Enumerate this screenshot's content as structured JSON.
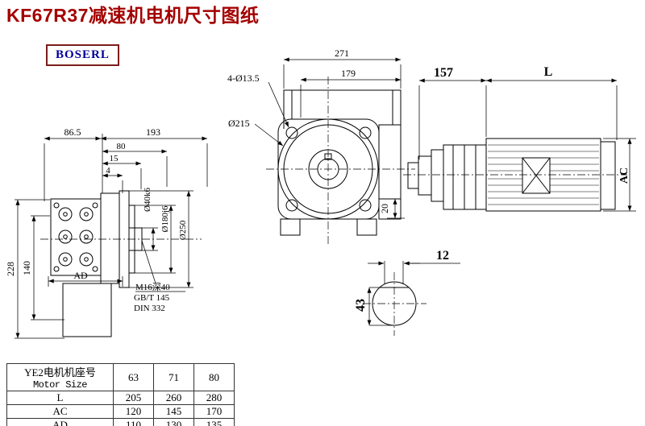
{
  "title": "KF67R37减速机电机尺寸图纸",
  "brand": "BOSERL",
  "colors": {
    "title": "#a40000",
    "brand_text": "#00009b",
    "brand_border": "#7b1d1d",
    "line": "#000000"
  },
  "drawing": {
    "side_view": {
      "dim_top_left": "86.5",
      "dim_top_right": "193",
      "dim_80": "80",
      "dim_15": "15",
      "dim_4": "4",
      "dim_height": "228",
      "dim_height_inner": "140",
      "dim_ad": "AD",
      "label_shaft": "Ø40k6",
      "label_spigot": "Ø180j6",
      "label_flange": "Ø250",
      "note_thread": "M16深40",
      "note_std1": "GB/T 145",
      "note_std2": "DIN 332"
    },
    "front_view": {
      "dim_width": "271",
      "dim_inner": "179",
      "label_holes": "4-Ø13.5",
      "label_circle": "Ø215",
      "dim_foot": "20"
    },
    "motor_view": {
      "dim_adapter": "157",
      "dim_length": "L",
      "dim_height": "AC"
    },
    "section_view": {
      "dim_key": "12",
      "dim_dia": "43"
    }
  },
  "table": {
    "header": {
      "line1": "YE2电机机座号",
      "line2": "Motor Size"
    },
    "columns": [
      "63",
      "71",
      "80"
    ],
    "rows": [
      {
        "label": "L",
        "values": [
          "205",
          "260",
          "280"
        ]
      },
      {
        "label": "AC",
        "values": [
          "120",
          "145",
          "170"
        ]
      },
      {
        "label": "AD",
        "values": [
          "110",
          "130",
          "135"
        ]
      }
    ]
  }
}
